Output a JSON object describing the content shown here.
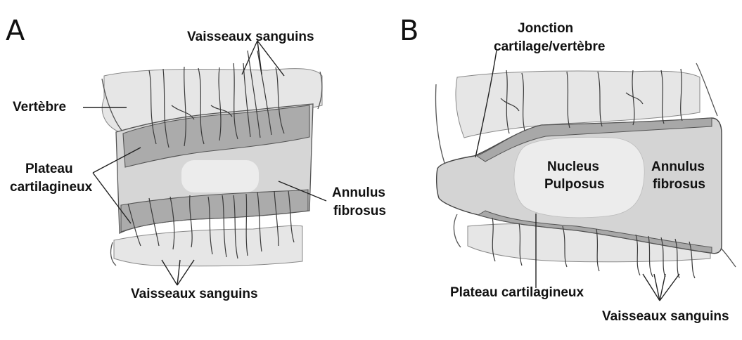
{
  "panels": {
    "a": {
      "letter": "A",
      "labels": {
        "vessels_top": "Vaisseaux sanguins",
        "vertebra": "Vertèbre",
        "endplate_line1": "Plateau",
        "endplate_line2": "cartilagineux",
        "annulus_line1": "Annulus",
        "annulus_line2": "fibrosus",
        "vessels_bottom": "Vaisseaux sanguins"
      }
    },
    "b": {
      "letter": "B",
      "labels": {
        "junction_line1": "Jonction",
        "junction_line2": "cartilage/vertèbre",
        "nucleus_line1": "Nucleus",
        "nucleus_line2": "Pulposus",
        "annulus_line1": "Annulus",
        "annulus_line2": "fibrosus",
        "endplate": "Plateau cartilagineux",
        "vessels": "Vaisseaux sanguins"
      }
    }
  },
  "colors": {
    "bone": "#e4e4e4",
    "annulus": "#d6d6d6",
    "endplate": "#a9a9a9",
    "nucleus": "#eeeeee",
    "lines": "#333333"
  }
}
